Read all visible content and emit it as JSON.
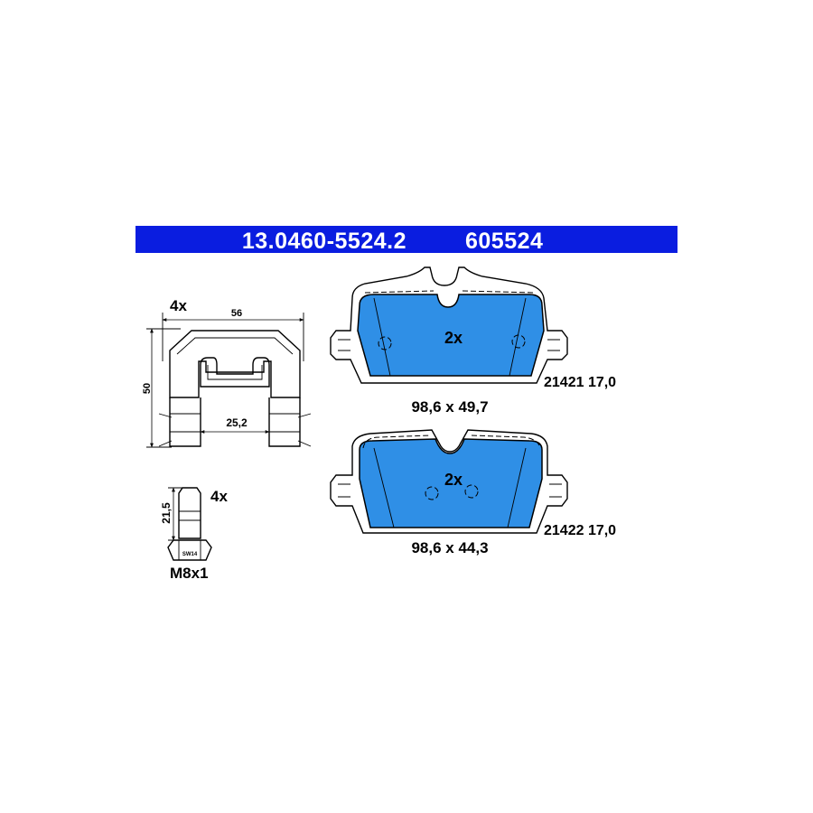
{
  "header": {
    "part_number": "13.0460-5524.2",
    "code": "605524"
  },
  "clip": {
    "quantity": "4x",
    "width_dim": "56",
    "height_dim": "50",
    "inner_dim": "25,2"
  },
  "bolt": {
    "quantity": "4x",
    "length_dim": "21,5",
    "thread": "M8x1",
    "wrench_label": "SW14"
  },
  "pad_top": {
    "quantity": "2x",
    "size": "98,6 x 49,7",
    "ref": "21421 17,0"
  },
  "pad_bottom": {
    "quantity": "2x",
    "size": "98,6 x 44,3",
    "ref": "21422 17,0"
  },
  "colors": {
    "banner": "#0a1de0",
    "pad_lining": "#2f8fe6"
  }
}
